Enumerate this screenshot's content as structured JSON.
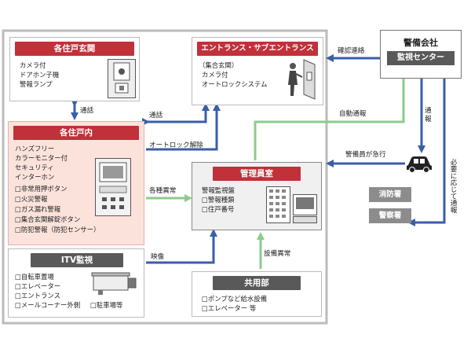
{
  "colors": {
    "blue": "#3a5ea8",
    "green": "#8ccb8c",
    "red_header": "#c0313a",
    "gray_header": "#595959",
    "pink_bg": "#fbe3dc",
    "gray_btn": "#8c8c8c"
  },
  "security_company": {
    "title": "警備会社",
    "subtitle": "監視センター"
  },
  "entrance_unit": {
    "title": "各住戸玄関",
    "lines": [
      "カメラ付",
      "ドアホン子機",
      "警報ランプ"
    ]
  },
  "entrance_hall": {
    "title": "エントランス・サブエントランス",
    "lines": [
      "（集合玄関）",
      "カメラ付",
      "オートロックシステム"
    ]
  },
  "unit_interior": {
    "title": "各住戸内",
    "lines": [
      "ハンズフリー",
      "カラーモニター付",
      "セキュリティ",
      "インターホン"
    ],
    "items": [
      "□非常用押ボタン",
      "□火災警報",
      "□ガス漏れ警報",
      "□集合玄関解錠ボタン",
      "□防犯警報（防犯センサー）"
    ]
  },
  "manager_room": {
    "title": "管理員室",
    "lines": [
      "警報監視盤",
      "□警報種類",
      "□住戸番号"
    ]
  },
  "itv": {
    "title": "ITV監視",
    "items": [
      "□自転車置場",
      "□エレベーター",
      "□エントランス",
      "□メールコーナー外側"
    ],
    "extra": "□駐車場等"
  },
  "common_area": {
    "title": "共用部",
    "items": [
      "□ポンプなど給水設備",
      "□エレベーター 等"
    ]
  },
  "fire_station": "消防署",
  "police": "警察署",
  "labels": {
    "confirm": "確認連絡",
    "call1": "通話",
    "call2": "通話",
    "autolock": "オートロック解除",
    "auto_report": "自動通報",
    "guard_rush": "警備員が急行",
    "report": "通\n報",
    "various": "各種異常",
    "video": "映像",
    "equipment": "設備異常",
    "as_needed": "必要に応じて通報"
  }
}
